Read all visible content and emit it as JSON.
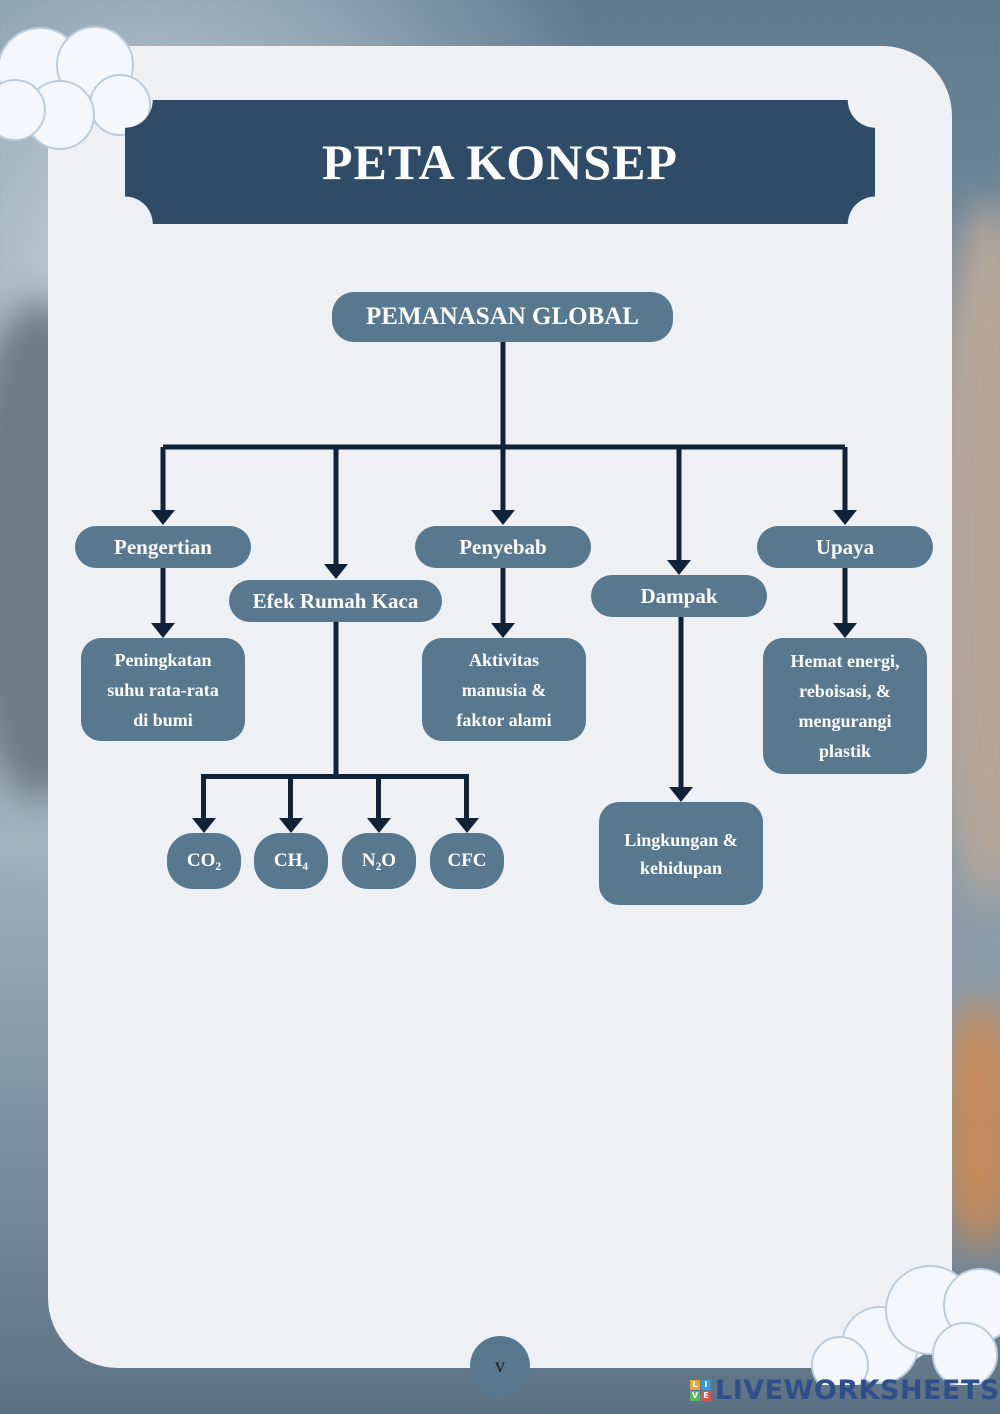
{
  "title": "PETA KONSEP",
  "root": "PEMANASAN GLOBAL",
  "branches": {
    "pengertian": {
      "label": "Pengertian",
      "detail": [
        "Peningkatan",
        "suhu rata-rata",
        "di bumi"
      ]
    },
    "efek": {
      "label": "Efek Rumah Kaca",
      "gases": [
        "CO₂",
        "CH₄",
        "N₂O",
        "CFC"
      ]
    },
    "penyebab": {
      "label": "Penyebab",
      "detail": [
        "Aktivitas",
        "manusia &",
        "faktor alami"
      ]
    },
    "dampak": {
      "label": "Dampak",
      "detail": [
        "Lingkungan &",
        "kehidupan"
      ]
    },
    "upaya": {
      "label": "Upaya",
      "detail": [
        "Hemat energi,",
        "reboisasi, &",
        "mengurangi",
        "plastik"
      ]
    }
  },
  "page_number": "v",
  "watermark": "LIVEWORKSHEETS",
  "colors": {
    "banner": "#2e4b68",
    "node": "#587890",
    "connector": "#0f2238",
    "panel": "#eef0f4"
  },
  "icons": [
    "cloud-icon",
    "arrow-icon",
    "liveworksheets-logo-icon"
  ]
}
